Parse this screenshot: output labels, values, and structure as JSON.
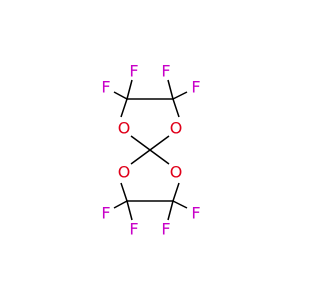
{
  "molecule": {
    "colors": {
      "bond": "#000000",
      "oxygen": "#e0001a",
      "fluorine": "#c800c8",
      "background": "#ffffff"
    },
    "atoms": {
      "o1": {
        "element": "O",
        "label": "O"
      },
      "o2": {
        "element": "O",
        "label": "O"
      },
      "o3": {
        "element": "O",
        "label": "O"
      },
      "o4": {
        "element": "O",
        "label": "O"
      },
      "f1": {
        "element": "F",
        "label": "F"
      },
      "f2": {
        "element": "F",
        "label": "F"
      },
      "f3": {
        "element": "F",
        "label": "F"
      },
      "f4": {
        "element": "F",
        "label": "F"
      },
      "f5": {
        "element": "F",
        "label": "F"
      },
      "f6": {
        "element": "F",
        "label": "F"
      },
      "f7": {
        "element": "F",
        "label": "F"
      },
      "f8": {
        "element": "F",
        "label": "F"
      }
    }
  }
}
